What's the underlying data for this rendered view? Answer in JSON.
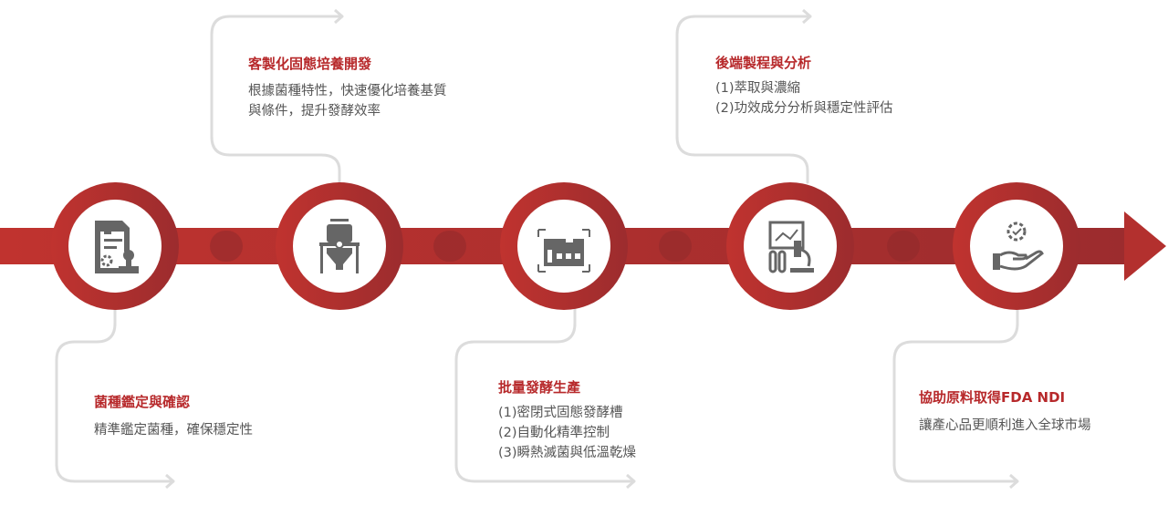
{
  "colors": {
    "accent": "#b3302e",
    "connector": "#dcdcdc",
    "icon": "#666666"
  },
  "steps": [
    {
      "title": "菌種鑑定與確認",
      "lines": [
        "精準鑑定菌種，確保穩定性"
      ],
      "icon": "document-stamp-icon"
    },
    {
      "title": "客製化固態培養開發",
      "lines": [
        "根據菌種特性，快速優化培養基質",
        "與條件，提升發酵效率"
      ],
      "icon": "fermenter-tank-icon"
    },
    {
      "title": "批量發酵生產",
      "lines": [
        "(1)密閉式固態發酵槽",
        "(2)自動化精準控制",
        "(3)瞬熱滅菌與低溫乾燥"
      ],
      "icon": "factory-icon"
    },
    {
      "title": "後端製程與分析",
      "lines": [
        "(1)萃取與濃縮",
        "(2)功效成分分析與穩定性評估"
      ],
      "icon": "lab-analysis-icon"
    },
    {
      "title": "協助原料取得FDA NDI",
      "lines": [
        "讓產心品更順利進入全球市場"
      ],
      "icon": "hand-gear-icon"
    }
  ]
}
